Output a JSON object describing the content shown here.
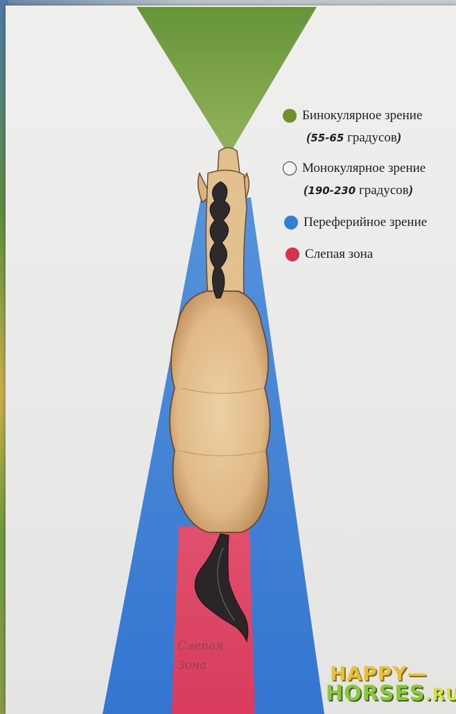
{
  "legend": {
    "items": [
      {
        "label": "Бинокулярное зрение",
        "color": "#6f8f2a"
      },
      {
        "label": "Монокулярное зрение",
        "color": "#f5f5f3"
      },
      {
        "label": "Переферийное зрение",
        "color": "#2f7fd6"
      },
      {
        "label": "Слепая зона",
        "color": "#d8304f"
      }
    ],
    "binocular_range": {
      "open": "(",
      "numbers": "55-65",
      "unit": " градусов",
      "close": ")"
    },
    "monocular_range": {
      "open": "(",
      "numbers": "190-230",
      "unit": " градусов",
      "close": ")"
    }
  },
  "diagram": {
    "blind_zone_handwritten": [
      "Слепая",
      "Зона"
    ]
  },
  "watermark": {
    "line1": "HAPPY—",
    "line2": "HORSES",
    "tld": ".RU"
  }
}
